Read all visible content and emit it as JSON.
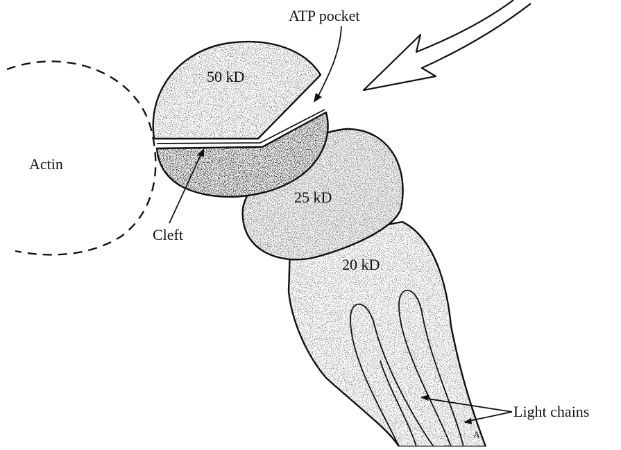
{
  "labels": {
    "atp_pocket": "ATP pocket",
    "fifty_kd": "50 kD",
    "actin": "Actin",
    "twenty_five_kd": "25 kD",
    "cleft": "Cleft",
    "twenty_kd": "20 kD",
    "light_chains": "Light chains",
    "small_mark": "A"
  }
}
